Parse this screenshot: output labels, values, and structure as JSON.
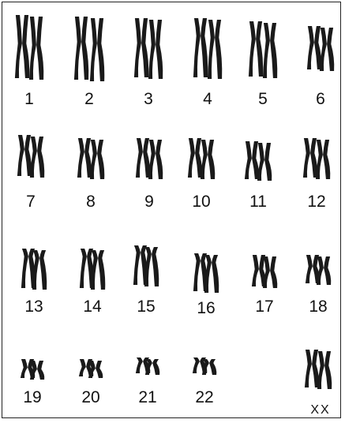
{
  "karyotype": {
    "autosome_labels": [
      "1",
      "2",
      "3",
      "4",
      "5",
      "6",
      "7",
      "8",
      "9",
      "10",
      "11",
      "12",
      "13",
      "14",
      "15",
      "16",
      "17",
      "18",
      "19",
      "20",
      "21",
      "22"
    ],
    "sex_chromosome_label": "XX"
  }
}
